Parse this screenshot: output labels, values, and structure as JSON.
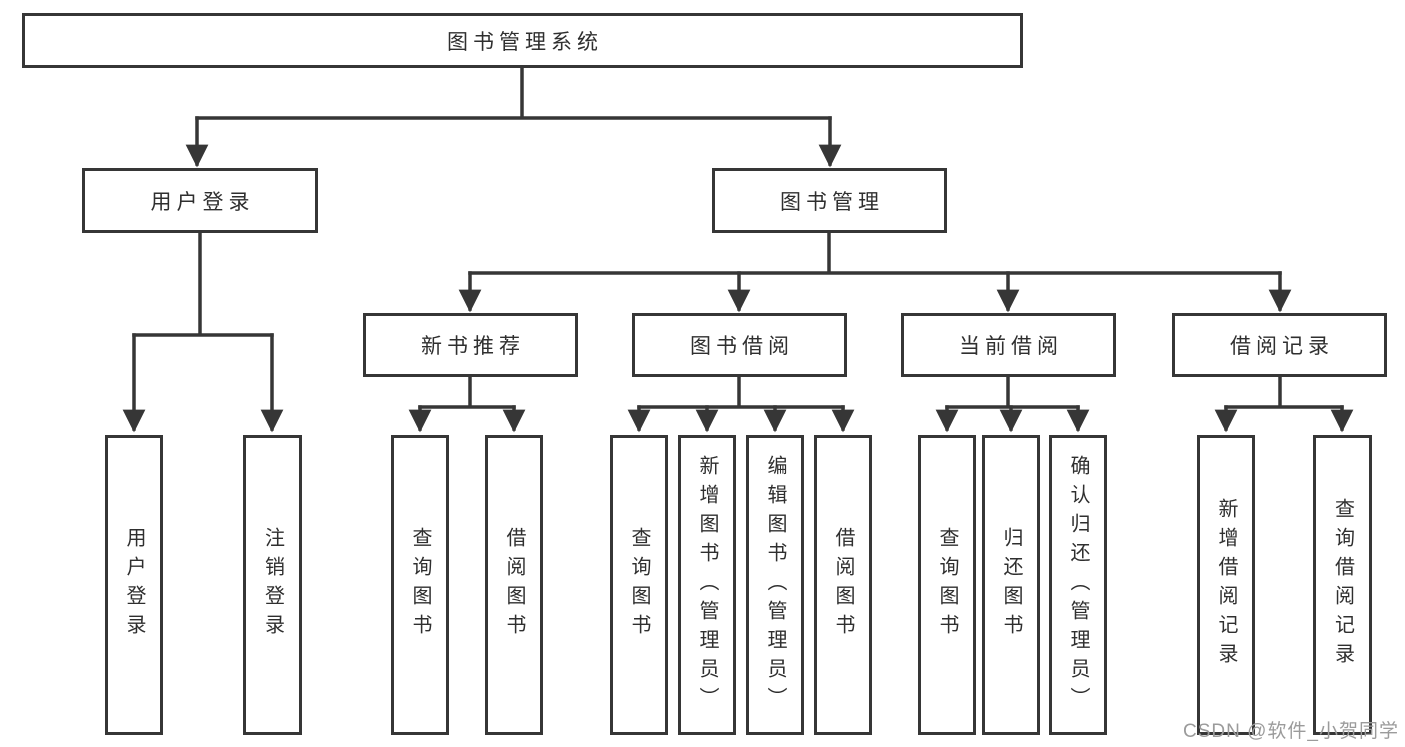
{
  "diagram": {
    "title": "图书管理系统",
    "root": {
      "label": "图书管理系统"
    },
    "branches": [
      {
        "label": "用户登录",
        "children": [
          {
            "label": "用户登录"
          },
          {
            "label": "注销登录"
          }
        ]
      },
      {
        "label": "图书管理",
        "children": [
          {
            "label": "新书推荐",
            "children": [
              {
                "label": "查询图书"
              },
              {
                "label": "借阅图书"
              }
            ]
          },
          {
            "label": "图书借阅",
            "children": [
              {
                "label": "查询图书"
              },
              {
                "label": "新增图书（管理员）"
              },
              {
                "label": "编辑图书（管理员）"
              },
              {
                "label": "借阅图书"
              }
            ]
          },
          {
            "label": "当前借阅",
            "children": [
              {
                "label": "查询图书"
              },
              {
                "label": "归还图书"
              },
              {
                "label": "确认归还（管理员）"
              }
            ]
          },
          {
            "label": "借阅记录",
            "children": [
              {
                "label": "新增借阅记录"
              },
              {
                "label": "查询借阅记录"
              }
            ]
          }
        ]
      }
    ]
  },
  "watermark": {
    "text": "CSDN @软件_小贺同学"
  },
  "colors": {
    "line": "#363636",
    "box_border": "#363636",
    "text": "#2f2f2f",
    "watermark": "#9b9b9b",
    "background": "#ffffff"
  }
}
